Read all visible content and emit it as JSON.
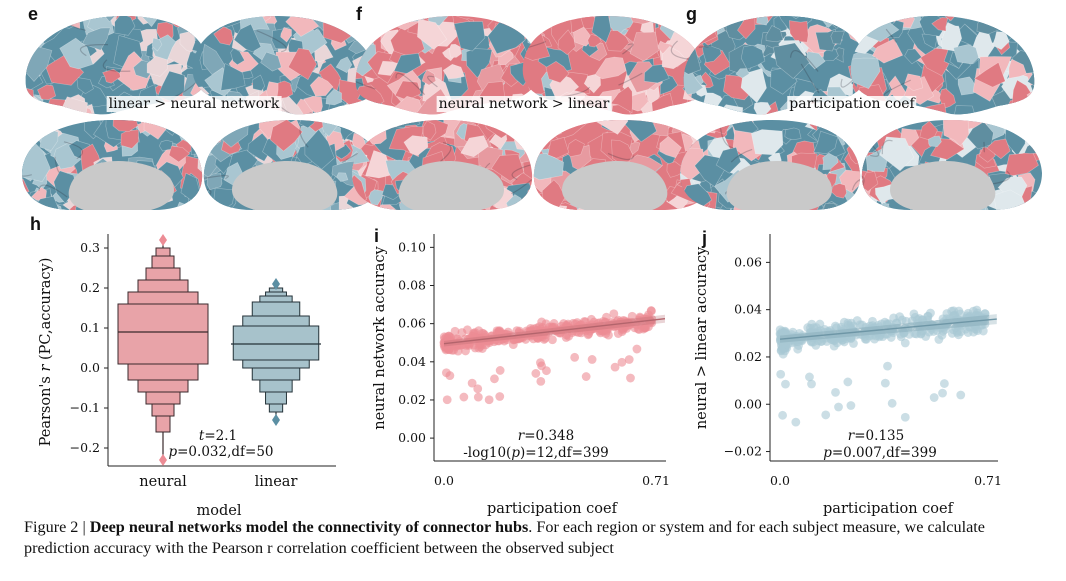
{
  "panels": {
    "e": {
      "letter": "e",
      "label": "linear > neural network"
    },
    "f": {
      "letter": "f",
      "label": "neural network > linear"
    },
    "g": {
      "letter": "g",
      "label": "participation coef"
    },
    "h": {
      "letter": "h"
    },
    "i": {
      "letter": "i"
    },
    "j": {
      "letter": "j"
    }
  },
  "colors": {
    "red": "#e07a82",
    "red_light": "#f2b8bc",
    "blue": "#5b8fa3",
    "blue_light": "#a9c6d1",
    "box_red": "#e8a3a8",
    "box_blue": "#a7c2cb",
    "scatter_red": "#ec8c95",
    "scatter_blue": "#a8c8d4",
    "cortex_gray": "#c9c9c9"
  },
  "chart_data": [
    {
      "id": "h",
      "type": "boxen",
      "categories": [
        "neural",
        "linear"
      ],
      "xlabel": "model",
      "ylabel_prefix": "Pearson's ",
      "ylabel_italic": "r",
      "ylabel_suffix": " (PC,accuracy)",
      "yticks": [
        "0.3",
        "0.2",
        "0.1",
        "0.0",
        "−0.1",
        "−0.2"
      ],
      "ytick_values": [
        0.3,
        0.2,
        0.1,
        0.0,
        -0.1,
        -0.2
      ],
      "ylim": [
        -0.245,
        0.335
      ],
      "series": [
        {
          "category": "neural",
          "median": 0.09,
          "outliers": [
            0.32,
            -0.23
          ],
          "levels": [
            [
              0.01,
              0.16
            ],
            [
              -0.03,
              0.19
            ],
            [
              -0.06,
              0.22
            ],
            [
              -0.09,
              0.25
            ],
            [
              -0.12,
              0.28
            ],
            [
              -0.16,
              0.3
            ]
          ],
          "whisker_min": -0.22,
          "whisker_max": 0.31
        },
        {
          "category": "linear",
          "median": 0.06,
          "outliers": [
            0.21,
            -0.13
          ],
          "levels": [
            [
              0.02,
              0.105
            ],
            [
              0.0,
              0.13
            ],
            [
              -0.03,
              0.165
            ],
            [
              -0.06,
              0.18
            ],
            [
              -0.09,
              0.19
            ],
            [
              -0.11,
              0.2
            ]
          ],
          "whisker_min": -0.12,
          "whisker_max": 0.205
        }
      ],
      "stat_t_italic": "t",
      "stat_t_rest": "=2.1",
      "stat_p_italic": "p",
      "stat_p_rest": "=0.032,df=50"
    },
    {
      "id": "i",
      "type": "scatter",
      "xlabel": "participation coef",
      "ylabel": "neural network accuracy",
      "xticks": [
        "0.0",
        "0.71"
      ],
      "xlim": [
        0.0,
        0.71
      ],
      "yticks": [
        "0.10",
        "0.08",
        "0.06",
        "0.04",
        "0.02",
        "0.00"
      ],
      "ytick_values": [
        0.1,
        0.08,
        0.06,
        0.04,
        0.02,
        0.0
      ],
      "ylim": [
        -0.012,
        0.107
      ],
      "fit": {
        "intercept": 0.0495,
        "slope": 0.0177,
        "band": 0.0015
      },
      "stat_r_italic": "r",
      "stat_r_rest": "=0.348",
      "stat_p_prefix": "-log10(",
      "stat_p_italic": "p",
      "stat_p_rest": ")=12,df=399",
      "n_points": 399
    },
    {
      "id": "j",
      "type": "scatter",
      "xlabel": "participation coef",
      "ylabel": "neural > linear accuracy",
      "xticks": [
        "0.0",
        "0.71"
      ],
      "xlim": [
        0.0,
        0.71
      ],
      "yticks": [
        "0.06",
        "0.04",
        "0.02",
        "0.00",
        "−0.02"
      ],
      "ytick_values": [
        0.06,
        0.04,
        0.02,
        0.0,
        -0.02
      ],
      "ylim": [
        -0.024,
        0.072
      ],
      "fit": {
        "intercept": 0.0275,
        "slope": 0.0115,
        "band": 0.0015
      },
      "stat_r_italic": "r",
      "stat_r_rest": "=0.135",
      "stat_p_italic": "p",
      "stat_p_rest": "=0.007,df=399",
      "n_points": 399
    }
  ],
  "caption": {
    "prefix": "Figure 2 | ",
    "bold": "Deep neural networks model the connectivity of connector hubs",
    "rest": ". For each region or system and for each subject measure, we calculate prediction accuracy with the Pearson r correlation coefficient between the observed subject"
  }
}
